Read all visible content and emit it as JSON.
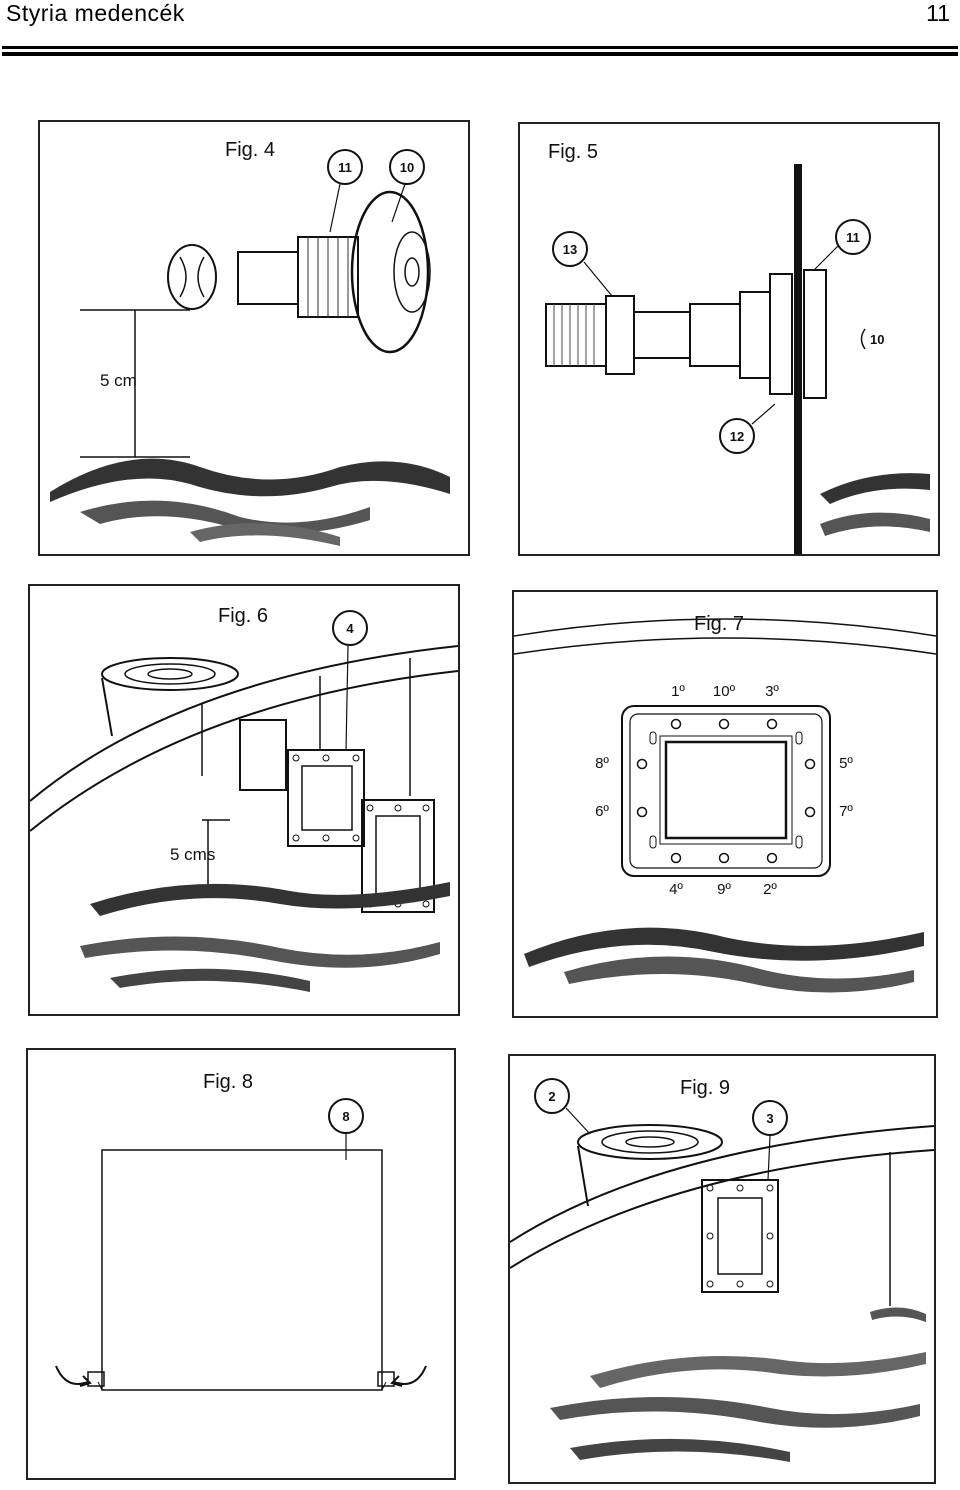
{
  "header": {
    "title": "Styria medencék",
    "page_number": "11"
  },
  "figures": [
    {
      "id": "fig4",
      "label": "Fig. 4",
      "callouts": [
        "11",
        "10"
      ],
      "measure": "5 cm"
    },
    {
      "id": "fig5",
      "label": "Fig. 5",
      "callouts": [
        "13",
        "11",
        "10",
        "12"
      ]
    },
    {
      "id": "fig6",
      "label": "Fig. 6",
      "callouts": [
        "4"
      ],
      "measure": "5 cms"
    },
    {
      "id": "fig7",
      "label": "Fig. 7",
      "order": [
        "1º",
        "10º",
        "3º",
        "8º",
        "5º",
        "6º",
        "7º",
        "4º",
        "9º",
        "2º"
      ]
    },
    {
      "id": "fig8",
      "label": "Fig. 8",
      "callouts": [
        "8"
      ]
    },
    {
      "id": "fig9",
      "label": "Fig. 9",
      "callouts": [
        "2",
        "3"
      ]
    }
  ]
}
